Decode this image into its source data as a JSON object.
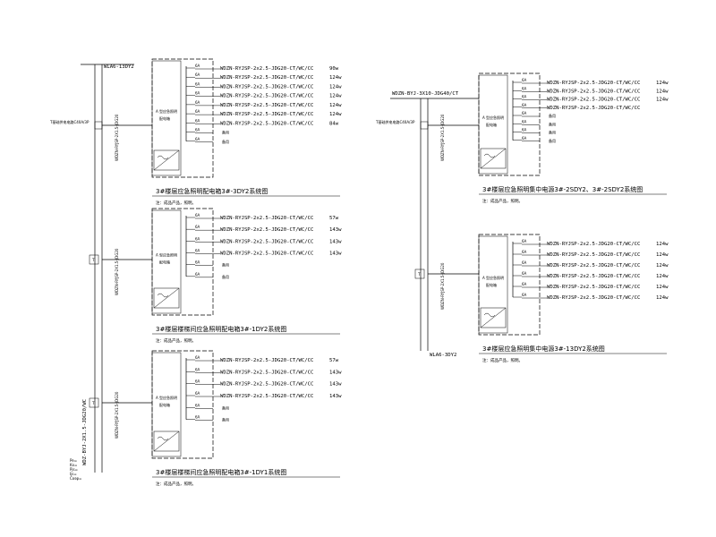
{
  "left": {
    "bus_tag_top": "WLA6-13DY2",
    "bus_tag_bottom": "WDZ-BYJ-2X1.5-JDG20/WC",
    "feed_labels": [
      "Pe=",
      "Kx=",
      "Pjs=",
      "Ijs=",
      "Cosφ="
    ],
    "switch_label": "T",
    "breaker_label": "T基础供电电路C40A/3P",
    "panels": [
      {
        "title": "3#楼层应急照明配电箱3#-3DY2系统图",
        "note": "注：成品产品，照明。",
        "riser": "WDZN-RYJSP-2X1.5-JDG20",
        "circuits": [
          {
            "wire": "WDZN-RYJSP-2x2.5-JDG20-CT/WC/CC",
            "load": "90w"
          },
          {
            "wire": "WDZN-RYJSP-2x2.5-JDG20-CT/WC/CC",
            "load": "124w"
          },
          {
            "wire": "WDZN-RYJSP-2x2.5-JDG20-CT/WC/CC",
            "load": "124w"
          },
          {
            "wire": "WDZN-RYJSP-2x2.5-JDG20-CT/WC/CC",
            "load": "124w"
          },
          {
            "wire": "WDZN-RYJSP-2x2.5-JDG20-CT/WC/CC",
            "load": "124w"
          },
          {
            "wire": "WDZN-RYJSP-2x2.5-JDG20-CT/WC/CC",
            "load": "124w"
          },
          {
            "wire": "WDZN-RYJSP-2x2.5-JDG20-CT/WC/CC",
            "load": "84w"
          }
        ],
        "spare": [
          "备用",
          "备用"
        ]
      },
      {
        "title": "3#楼层楼梯间应急照明配电箱3#-1DY2系统图",
        "note": "注：成品产品，照明。",
        "riser": "WDZN-RYJSP-2X1.5-JDG20",
        "circuits": [
          {
            "wire": "WDZN-RYJSP-2x2.5-JDG20-CT/WC/CC",
            "load": "57w"
          },
          {
            "wire": "WDZN-RYJSP-2x2.5-JDG20-CT/WC/CC",
            "load": "143w"
          },
          {
            "wire": "WDZN-RYJSP-2x2.5-JDG20-CT/WC/CC",
            "load": "143w"
          },
          {
            "wire": "WDZN-RYJSP-2x2.5-JDG20-CT/WC/CC",
            "load": "143w"
          }
        ],
        "spare": [
          "备用",
          "备用"
        ]
      },
      {
        "title": "3#楼层楼梯间应急照明配电箱3#-1DY1系统图",
        "note": "注：成品产品，照明。",
        "riser": "WDZN-RYJSP-2X1.5-JDG20",
        "circuits": [
          {
            "wire": "WDZN-RYJSP-2x2.5-JDG20-CT/WC/CC",
            "load": "57w"
          },
          {
            "wire": "WDZN-RYJSP-2x2.5-JDG20-CT/WC/CC",
            "load": "143w"
          },
          {
            "wire": "WDZN-RYJSP-2x2.5-JDG20-CT/WC/CC",
            "load": "143w"
          },
          {
            "wire": "WDZN-RYJSP-2x2.5-JDG20-CT/WC/CC",
            "load": "143w"
          }
        ],
        "spare": [
          "备用",
          "备用"
        ]
      }
    ]
  },
  "right": {
    "bus_tag_top": "WDZN-BYJ-3X10-JDG40/CT",
    "bus_tag_bottom": "WLA6-3DY2",
    "breaker_label": "T基础供电电路C40A/3P",
    "panels": [
      {
        "title": "3#楼层应急照明集中电源3#-2SDY2、3#-2SDY2系统图",
        "note": "注：成品产品，照明。",
        "riser": "WDZN-RYJSP-2X1.5-JDG20",
        "circuits": [
          {
            "wire": "WDZN-RYJSP-2x2.5-JDG20-CT/WC/CC",
            "load": "124w"
          },
          {
            "wire": "WDZN-RYJSP-2x2.5-JDG20-CT/WC/CC",
            "load": "124w"
          },
          {
            "wire": "WDZN-RYJSP-2x2.5-JDG20-CT/WC/CC",
            "load": "124w"
          },
          {
            "wire": "WDZN-RYJSP-2x2.5-JDG20-CT/WC/CC",
            "load": ""
          }
        ],
        "spare": [
          "备用",
          "备用",
          "备用",
          "备用"
        ]
      },
      {
        "title": "3#楼层应急照明集中电源3#-13DY2系统图",
        "note": "注：成品产品，照明。",
        "riser": "WDZN-RYJSP-2X1.5-JDG20",
        "circuits": [
          {
            "wire": "WDZN-RYJSP-2x2.5-JDG20-CT/WC/CC",
            "load": "124w"
          },
          {
            "wire": "WDZN-RYJSP-2x2.5-JDG20-CT/WC/CC",
            "load": "124w"
          },
          {
            "wire": "WDZN-RYJSP-2x2.5-JDG20-CT/WC/CC",
            "load": "124w"
          },
          {
            "wire": "WDZN-RYJSP-2x2.5-JDG20-CT/WC/CC",
            "load": "124w"
          },
          {
            "wire": "WDZN-RYJSP-2x2.5-JDG20-CT/WC/CC",
            "load": "124w"
          },
          {
            "wire": "WDZN-RYJSP-2x2.5-JDG20-CT/WC/CC",
            "load": "124w"
          }
        ],
        "spare": []
      }
    ]
  },
  "common": {
    "breaker_rating": "6A",
    "panel_label": "A 型应急照明",
    "panel_sublabel": "配电箱"
  }
}
